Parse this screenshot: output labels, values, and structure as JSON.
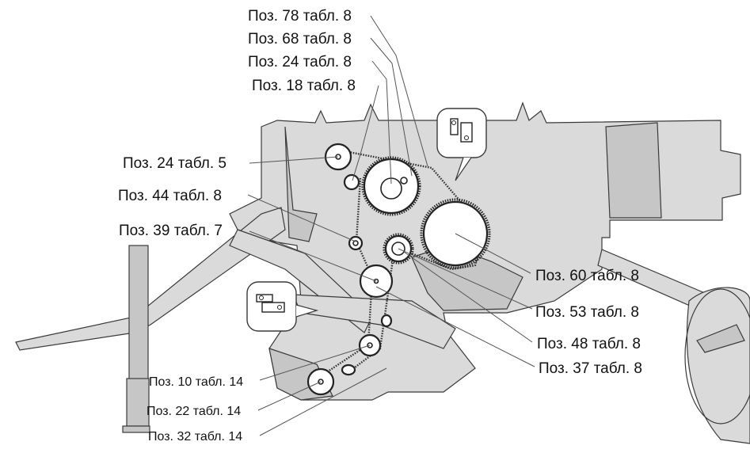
{
  "callouts": {
    "pos78_t8": "Поз. 78 табл. 8",
    "pos68_t8": "Поз. 68 табл. 8",
    "pos24_t8": "Поз. 24 табл. 8",
    "pos18_t8": "Поз. 18 табл. 8",
    "pos24_t5": "Поз. 24 табл. 5",
    "pos44_t8": "Поз. 44 табл. 8",
    "pos39_t7": "Поз. 39 табл. 7",
    "pos60_t8": "Поз. 60 табл. 8",
    "pos53_t8": "Поз. 53 табл. 8",
    "pos48_t8": "Поз. 48 табл. 8",
    "pos37_t8": "Поз. 37 табл. 8",
    "pos10_t14": "Поз. 10 табл. 14",
    "pos22_t14": "Поз. 22 табл. 14",
    "pos32_t14": "Поз. 32 табл. 14"
  },
  "colors": {
    "machine_body": "#dadada",
    "outline": "#3a3a3a",
    "text": "#111111"
  }
}
